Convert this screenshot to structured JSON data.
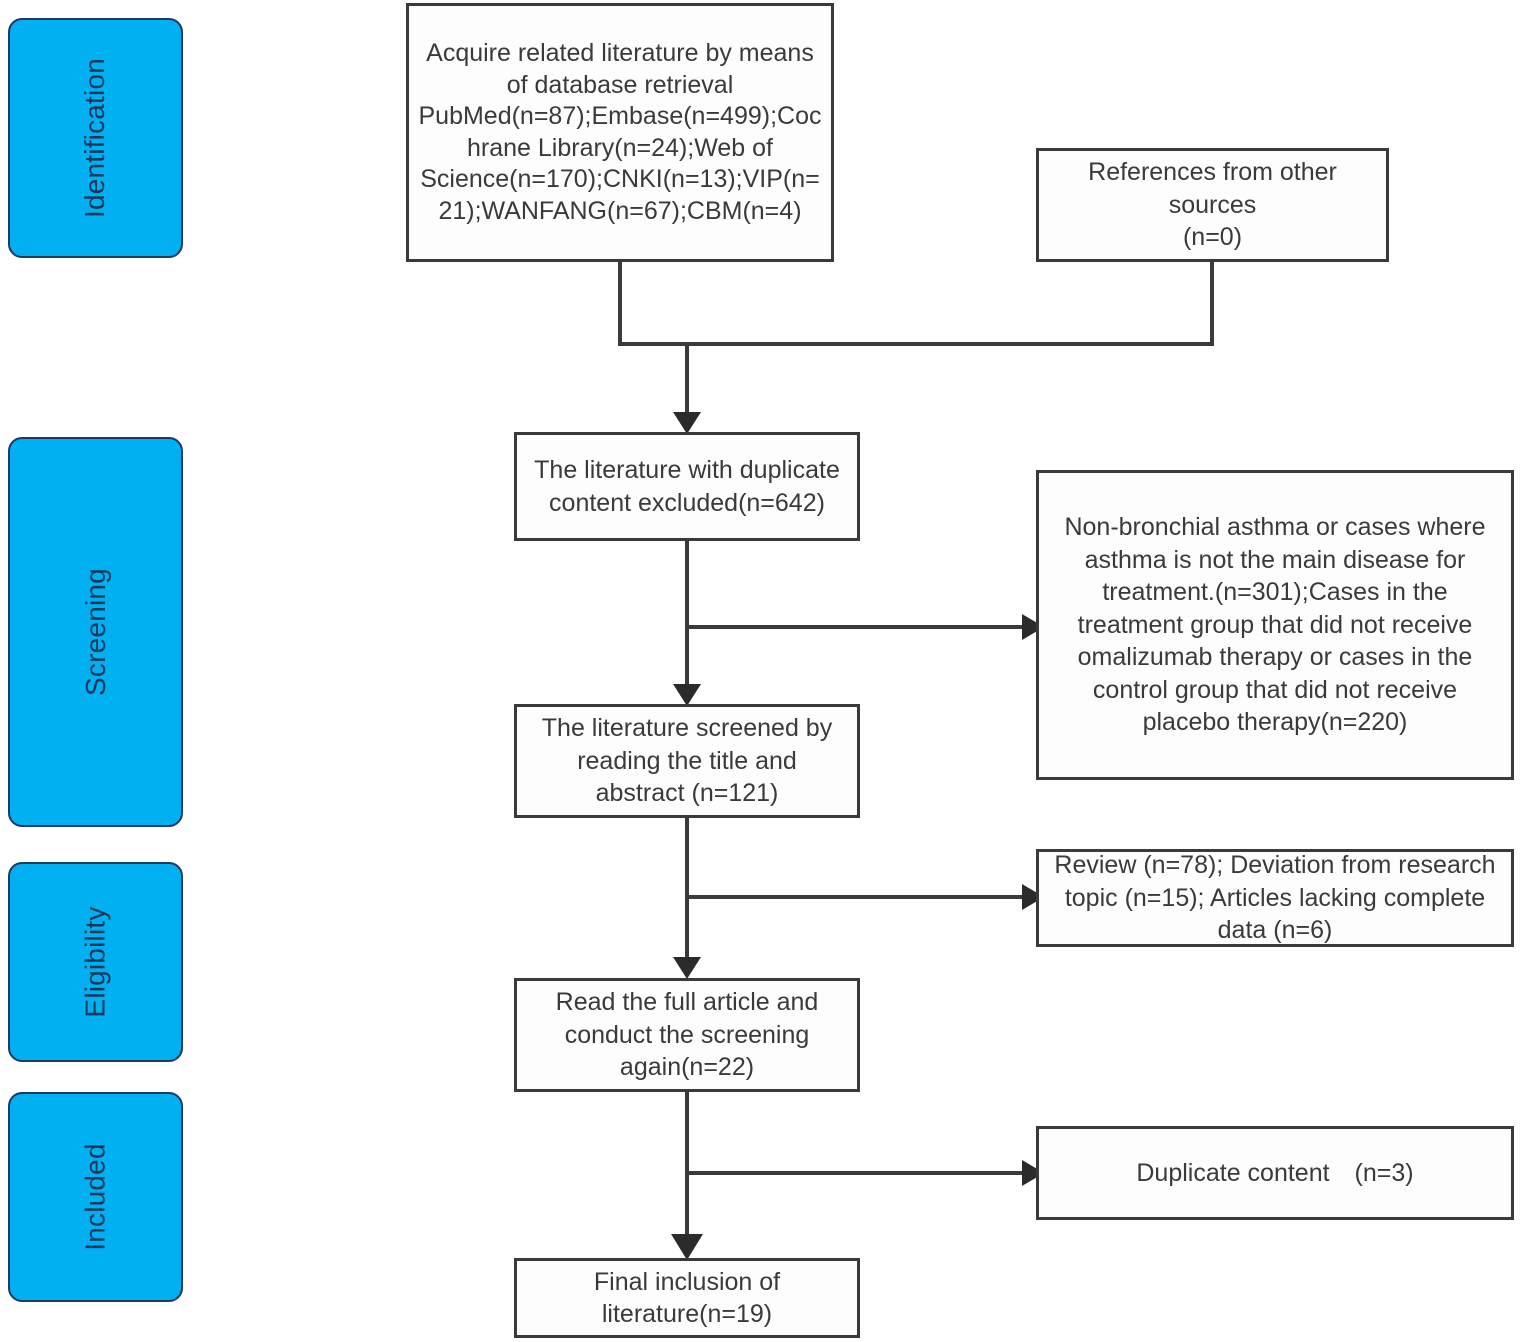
{
  "diagram": {
    "type": "prisma-flow-diagram",
    "accent_color": "#00B0F0",
    "accent_border_color": "#1F3864",
    "box_border_color": "#3a3a3a",
    "text_color": "#3a3a3a"
  },
  "stages": [
    {
      "id": "identification",
      "label": "Identification"
    },
    {
      "id": "screening",
      "label": "Screening"
    },
    {
      "id": "eligibility",
      "label": "Eligibility"
    },
    {
      "id": "included",
      "label": "Included"
    }
  ],
  "boxes": {
    "records_identified": {
      "text": "Acquire related literature by means of database retrieval PubMed(n=87);Embase(n=499);Cochrane Library(n=24);Web of Science(n=170);CNKI(n=13);VIP(n=21);WANFANG(n=67);CBM(n=4)",
      "lines": "Acquire related literature by means\nof database retrieval\nPubMed(n=87);Embase(n=499);Coc\nhrane Library(n=24);Web of\nScience(n=170);CNKI(n=13);VIP(n=\n21);WANFANG(n=67);CBM(n=4)"
    },
    "other_sources": {
      "text": "References from other sources (n=0)",
      "lines": "References from other\nsources\n(n=0)"
    },
    "duplicates_removed": {
      "text": "The literature with duplicate content excluded(n=642)",
      "lines": "The literature with duplicate\ncontent excluded(n=642)"
    },
    "screened_title_abstract": {
      "text": "The literature screened by reading the title and abstract (n=121)",
      "lines": "The literature screened by\nreading the title and\nabstract (n=121)"
    },
    "excluded_screening": {
      "text": "Non-bronchial asthma or cases where asthma is not the main disease for treatment.(n=301);Cases in the treatment group that did not receive omalizumab therapy or cases in the control group that did not receive placebo therapy(n=220)",
      "lines": "Non-bronchial asthma or cases where\nasthma is not the main disease for\ntreatment.(n=301);Cases in the\ntreatment group that did not receive\nomalizumab therapy or cases in the\ncontrol group that did not receive\nplacebo therapy(n=220)"
    },
    "excluded_eligibility": {
      "text": "Review (n=78); Deviation from research topic (n=15); Articles lacking complete data (n=6)",
      "lines": "Review (n=78); Deviation from research\ntopic (n=15); Articles lacking complete\ndata (n=6)"
    },
    "full_text_assessed": {
      "text": "Read the full article and conduct the screening again(n=22)",
      "lines": "Read the full article and\nconduct the screening\nagain(n=22)"
    },
    "excluded_duplicate_content": {
      "text": "Duplicate content　(n=3)",
      "lines": "Duplicate content　(n=3)"
    },
    "final_included": {
      "text": "Final inclusion of literature(n=19)",
      "lines": "Final inclusion of\nliterature(n=19)"
    }
  },
  "counts": {
    "pubmed": 87,
    "embase": 499,
    "cochrane_library": 24,
    "web_of_science": 170,
    "cnki": 13,
    "vip": 21,
    "wanfang": 67,
    "cbm": 4,
    "other_sources": 0,
    "duplicates_excluded": 642,
    "screened_title_abstract": 121,
    "excluded_non_bronchial_asthma": 301,
    "excluded_no_omalizumab_or_placebo": 220,
    "full_text_assessed": 22,
    "excluded_review": 78,
    "excluded_deviation_topic": 15,
    "excluded_incomplete_data": 6,
    "excluded_duplicate_content": 3,
    "final_included": 19
  }
}
